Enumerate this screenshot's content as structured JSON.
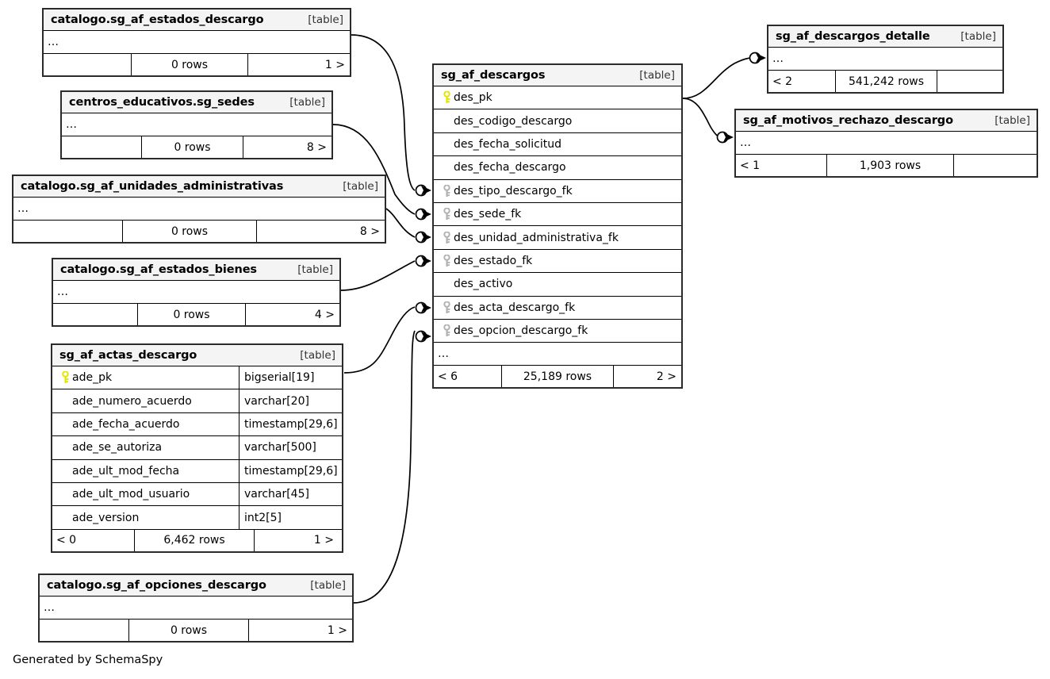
{
  "diagram": {
    "generator_note": "Generated by SchemaSpy",
    "table_tag": "[table]",
    "ellipsis": "…",
    "colors": {
      "pk_key": "#e5e500",
      "fk_key": "#b3b3b3",
      "header_bg": "#f4f4f4",
      "border": "#2b2b2b",
      "edge": "#000000"
    }
  },
  "tables": {
    "estados_descargo": {
      "name": "catalogo.sg_af_estados_descargo",
      "tag": "[table]",
      "ellipsis": "…",
      "footer": {
        "left": "",
        "center": "0 rows",
        "right": "1 >"
      }
    },
    "sedes": {
      "name": "centros_educativos.sg_sedes",
      "tag": "[table]",
      "ellipsis": "…",
      "footer": {
        "left": "",
        "center": "0 rows",
        "right": "8 >"
      }
    },
    "unidades_administrativas": {
      "name": "catalogo.sg_af_unidades_administrativas",
      "tag": "[table]",
      "ellipsis": "…",
      "footer": {
        "left": "",
        "center": "0 rows",
        "right": "8 >"
      }
    },
    "estados_bienes": {
      "name": "catalogo.sg_af_estados_bienes",
      "tag": "[table]",
      "ellipsis": "…",
      "footer": {
        "left": "",
        "center": "0 rows",
        "right": "4 >"
      }
    },
    "actas_descargo": {
      "name": "sg_af_actas_descargo",
      "tag": "[table]",
      "columns": [
        {
          "key": "pk",
          "name": "ade_pk",
          "type": "bigserial[19]"
        },
        {
          "key": "none",
          "name": "ade_numero_acuerdo",
          "type": "varchar[20]"
        },
        {
          "key": "none",
          "name": "ade_fecha_acuerdo",
          "type": "timestamp[29,6]"
        },
        {
          "key": "none",
          "name": "ade_se_autoriza",
          "type": "varchar[500]"
        },
        {
          "key": "none",
          "name": "ade_ult_mod_fecha",
          "type": "timestamp[29,6]"
        },
        {
          "key": "none",
          "name": "ade_ult_mod_usuario",
          "type": "varchar[45]"
        },
        {
          "key": "none",
          "name": "ade_version",
          "type": "int2[5]"
        }
      ],
      "footer": {
        "left": "< 0",
        "center": "6,462 rows",
        "right": "1 >"
      }
    },
    "opciones_descargo": {
      "name": "catalogo.sg_af_opciones_descargo",
      "tag": "[table]",
      "ellipsis": "…",
      "footer": {
        "left": "",
        "center": "0 rows",
        "right": "1 >"
      }
    },
    "descargos": {
      "name": "sg_af_descargos",
      "tag": "[table]",
      "columns": [
        {
          "key": "pk",
          "name": "des_pk"
        },
        {
          "key": "none",
          "name": "des_codigo_descargo"
        },
        {
          "key": "none",
          "name": "des_fecha_solicitud"
        },
        {
          "key": "none",
          "name": "des_fecha_descargo"
        },
        {
          "key": "fk",
          "name": "des_tipo_descargo_fk"
        },
        {
          "key": "fk",
          "name": "des_sede_fk"
        },
        {
          "key": "fk",
          "name": "des_unidad_administrativa_fk"
        },
        {
          "key": "fk",
          "name": "des_estado_fk"
        },
        {
          "key": "none",
          "name": "des_activo"
        },
        {
          "key": "fk",
          "name": "des_acta_descargo_fk"
        },
        {
          "key": "fk",
          "name": "des_opcion_descargo_fk"
        }
      ],
      "ellipsis": "…",
      "footer": {
        "left": "< 6",
        "center": "25,189 rows",
        "right": "2 >"
      }
    },
    "descargos_detalle": {
      "name": "sg_af_descargos_detalle",
      "tag": "[table]",
      "ellipsis": "…",
      "footer": {
        "left": "< 2",
        "center": "541,242 rows",
        "right": ""
      }
    },
    "motivos_rechazo": {
      "name": "sg_af_motivos_rechazo_descargo",
      "tag": "[table]",
      "ellipsis": "…",
      "footer": {
        "left": "< 1",
        "center": "1,903 rows",
        "right": ""
      }
    }
  },
  "relationships": [
    {
      "from": "estados_descargo",
      "to": "descargos.des_tipo_descargo_fk"
    },
    {
      "from": "sedes",
      "to": "descargos.des_sede_fk"
    },
    {
      "from": "unidades_administrativas",
      "to": "descargos.des_unidad_administrativa_fk"
    },
    {
      "from": "estados_bienes",
      "to": "descargos.des_estado_fk"
    },
    {
      "from": "actas_descargo",
      "to": "descargos.des_acta_descargo_fk"
    },
    {
      "from": "opciones_descargo",
      "to": "descargos.des_opcion_descargo_fk"
    },
    {
      "from": "descargos.des_pk",
      "to": "descargos_detalle"
    },
    {
      "from": "descargos.des_pk",
      "to": "motivos_rechazo"
    }
  ]
}
